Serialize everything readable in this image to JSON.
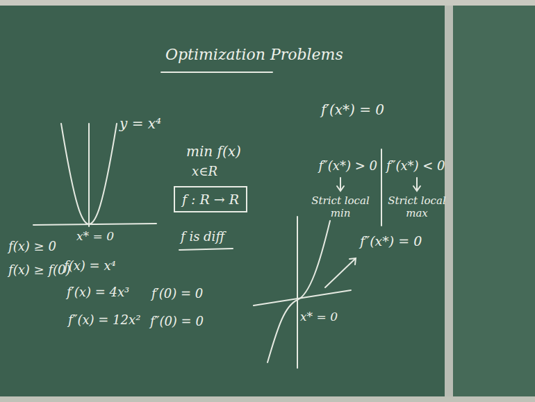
{
  "diagram": {
    "title": "Optimization Problems",
    "nodes": [
      {
        "text": [
          "f : R → R"
        ]
      }
    ],
    "labels": [
      "y = x⁴",
      "x* = 0",
      "min f(x)",
      "x∈R",
      "f is diff",
      "f′(x*) = 0",
      "f″(x*) > 0",
      "f″(x*) < 0",
      "Strict local min",
      "Strict local max",
      "f″(x*) = 0",
      "x* = 0",
      "f(x) ≥ 0",
      "f(x) ≥ f(0)",
      "f(x) = x⁴",
      "f′(x) = 4x³",
      "f′(0) = 0",
      "f″(x) = 12x²",
      "f″(0) = 0"
    ]
  }
}
